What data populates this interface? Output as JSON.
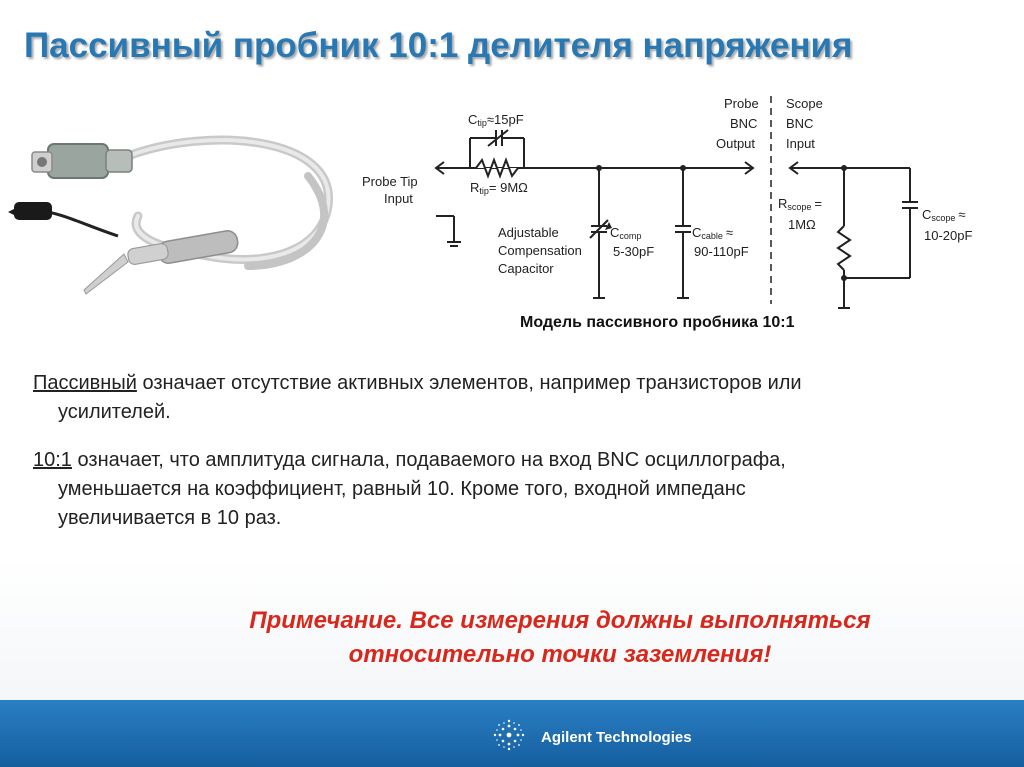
{
  "slide": {
    "title": "Пассивный пробник 10:1 делителя напряжения",
    "caption": "Модель пассивного пробника 10:1",
    "paragraphs": [
      {
        "keyword": "Пассивный",
        "line1_rest": " означает отсутствие активных элементов, например транзисторов или",
        "line2": "усилителей."
      },
      {
        "keyword": "10:1",
        "line1_rest": " означает, что амплитуда сигнала, подаваемого на вход BNC осциллографа,",
        "line2": "уменьшается на коэффициент, равный 10. Кроме того, входной импеданс",
        "line3": "увеличивается в 10 раз."
      }
    ],
    "note": {
      "line1": "Примечание. Все измерения должны выполняться",
      "line2": "относительно точки заземления!"
    }
  },
  "circuit": {
    "probe_tip_line1": "Probe Tip",
    "probe_tip_line2": "Input",
    "ctip_main": "C",
    "ctip_sub": "tip",
    "ctip_value": "≈15pF",
    "rtip_main": "R",
    "rtip_sub": "tip",
    "rtip_value": "= 9MΩ",
    "adj_line1": "Adjustable",
    "adj_line2": "Compensation",
    "adj_line3": "Capacitor",
    "ccomp_main": "C",
    "ccomp_sub": "comp",
    "ccomp_value": "5-30pF",
    "ccable_main": "C",
    "ccable_sub": "cable",
    "ccable_approx": "≈",
    "ccable_value": "90-110pF",
    "probe_bnc_line1": "Probe",
    "probe_bnc_line2": "BNC",
    "probe_bnc_line3": "Output",
    "scope_bnc_line1": "Scope",
    "scope_bnc_line2": "BNC",
    "scope_bnc_line3": "Input",
    "rscope_main": "R",
    "rscope_sub": "scope",
    "rscope_eq": "=",
    "rscope_value": "1MΩ",
    "cscope_main": "C",
    "cscope_sub": "scope",
    "cscope_approx": "≈",
    "cscope_value": "10-20pF"
  },
  "footer": {
    "brand": "Agilent Technologies"
  },
  "colors": {
    "title": "#2878b4",
    "note": "#d8281c",
    "footer": "#1f72b8"
  },
  "icons": {
    "photo": "oscilloscope-probe-photo",
    "logo": "agilent-spark-logo"
  }
}
